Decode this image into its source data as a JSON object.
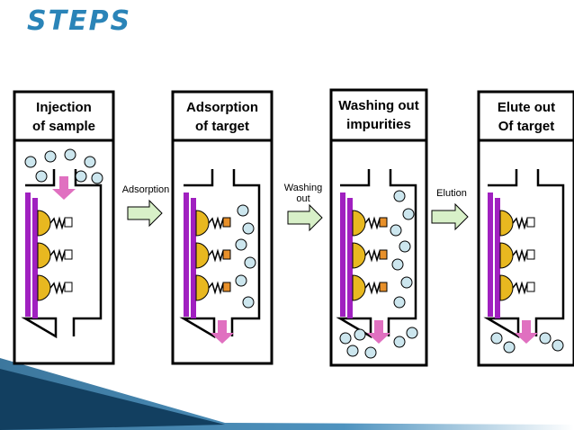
{
  "slide": {
    "title": "STEPS"
  },
  "panels": [
    {
      "title_line1": "Injection",
      "title_line2": "of sample"
    },
    {
      "title_line1": "Adsorption",
      "title_line2": "of target"
    },
    {
      "title_line1": "Washing out",
      "title_line2": "impurities"
    },
    {
      "title_line1": "Elute out",
      "title_line2": "Of target"
    }
  ],
  "arrows": [
    {
      "line1": "Adsorption",
      "line2": ""
    },
    {
      "line1": "Washing",
      "line2": "out"
    },
    {
      "line1": "Elution",
      "line2": ""
    }
  ],
  "colors": {
    "title": "#2a84b8",
    "membrane": "#a020c0",
    "ligand": "#e8b820",
    "target": "#e8902a",
    "flow_arrow": "#e070c0",
    "process_arrow": "#d8f0c8",
    "molecule": "#cce6ee",
    "ribbon": "#1a5f8c"
  },
  "icons": [
    "ligand-icon",
    "target-molecule-icon",
    "impurity-molecule-icon",
    "flow-arrow-icon"
  ]
}
